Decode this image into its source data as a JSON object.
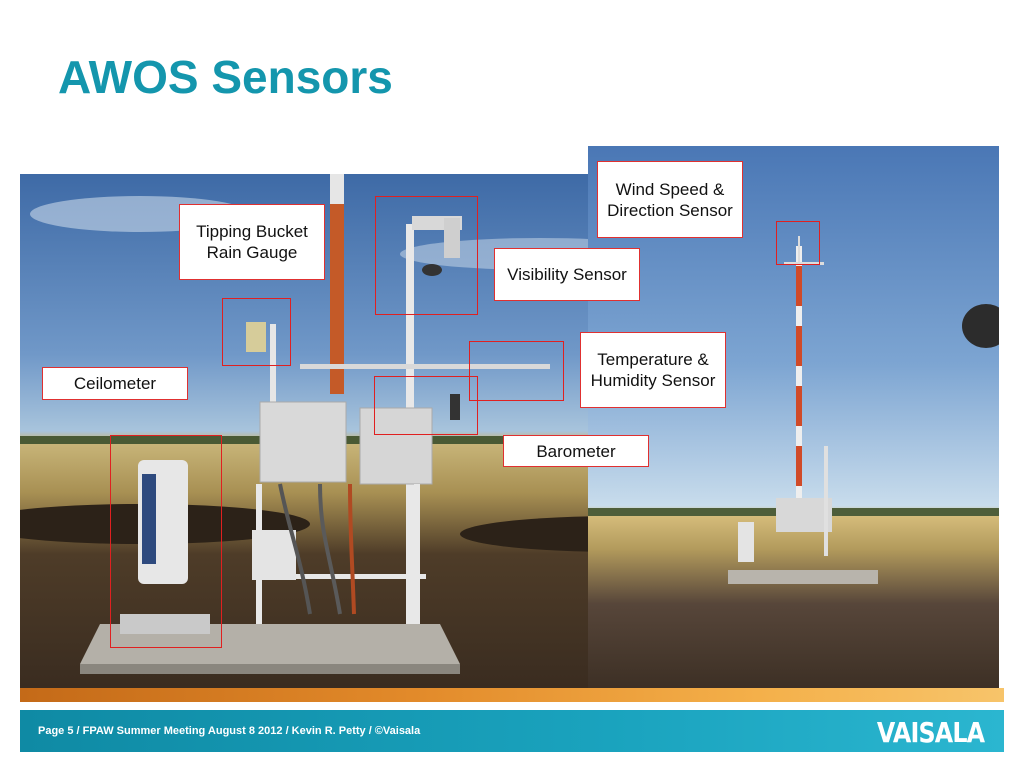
{
  "slide": {
    "title": "AWOS Sensors"
  },
  "labels": {
    "tipping_bucket": "Tipping Bucket Rain Gauge",
    "wind": "Wind Speed & Direction Sensor",
    "visibility": "Visibility Sensor",
    "temperature": "Temperature & Humidity Sensor",
    "ceilometer": "Ceilometer",
    "barometer": "Barometer"
  },
  "footer": {
    "text": "Page 5 / FPAW Summer Meeting August 8 2012 / Kevin R. Petty / ©Vaisala",
    "logo": "VAISALA"
  },
  "colors": {
    "title": "#1496ad",
    "highlight": "#e02020",
    "footer": "#1aa3be"
  }
}
